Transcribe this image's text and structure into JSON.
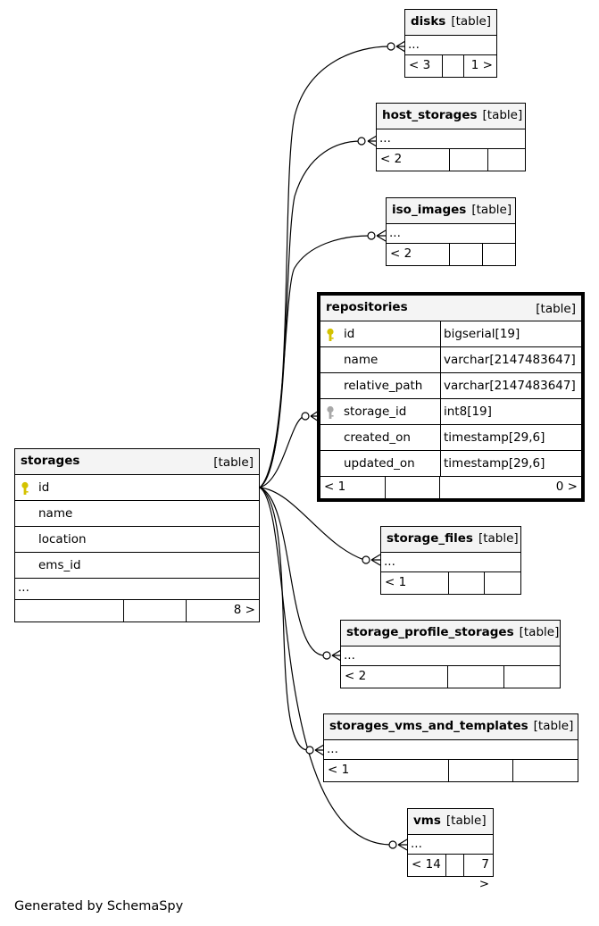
{
  "footer": {
    "generated_by": "Generated by SchemaSpy"
  },
  "tables": {
    "disks": {
      "name": "disks",
      "type": "[table]",
      "ellipsis": "...",
      "parents": "< 3",
      "mid": "",
      "children": "1 >"
    },
    "host_storages": {
      "name": "host_storages",
      "type": "[table]",
      "ellipsis": "...",
      "parents": "< 2",
      "mid": "",
      "children": ""
    },
    "iso_images": {
      "name": "iso_images",
      "type": "[table]",
      "ellipsis": "...",
      "parents": "< 2",
      "mid": "",
      "children": ""
    },
    "repositories": {
      "name": "repositories",
      "type": "[table]",
      "columns": [
        {
          "name": "id",
          "type": "bigserial[19]",
          "key": "primary"
        },
        {
          "name": "name",
          "type": "varchar[2147483647]",
          "key": ""
        },
        {
          "name": "relative_path",
          "type": "varchar[2147483647]",
          "key": ""
        },
        {
          "name": "storage_id",
          "type": "int8[19]",
          "key": "foreign"
        },
        {
          "name": "created_on",
          "type": "timestamp[29,6]",
          "key": ""
        },
        {
          "name": "updated_on",
          "type": "timestamp[29,6]",
          "key": ""
        }
      ],
      "parents": "< 1",
      "mid": "",
      "children": "0 >"
    },
    "storages": {
      "name": "storages",
      "type": "[table]",
      "columns": [
        {
          "name": "id",
          "key": "primary"
        },
        {
          "name": "name",
          "key": ""
        },
        {
          "name": "location",
          "key": ""
        },
        {
          "name": "ems_id",
          "key": ""
        }
      ],
      "ellipsis": "...",
      "parents": "",
      "mid": "",
      "children": "8 >"
    },
    "storage_files": {
      "name": "storage_files",
      "type": "[table]",
      "ellipsis": "...",
      "parents": "< 1",
      "mid": "",
      "children": ""
    },
    "storage_profile_storages": {
      "name": "storage_profile_storages",
      "type": "[table]",
      "ellipsis": "...",
      "parents": "< 2",
      "mid": "",
      "children": ""
    },
    "storages_vms_and_templates": {
      "name": "storages_vms_and_templates",
      "type": "[table]",
      "ellipsis": "...",
      "parents": "< 1",
      "mid": "",
      "children": ""
    },
    "vms": {
      "name": "vms",
      "type": "[table]",
      "ellipsis": "...",
      "parents": "< 14",
      "mid": "",
      "children": "7 >"
    }
  },
  "colors": {
    "primary_key": "#d4c200",
    "foreign_key": "#a8a8a8",
    "header_bg": "#f4f4f4"
  }
}
